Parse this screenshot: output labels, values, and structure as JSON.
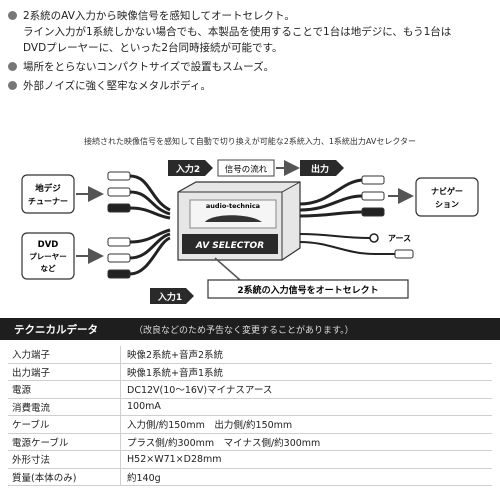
{
  "bullets": [
    {
      "lines": [
        "2系統のAV入力から映像信号を感知してオートセレクト。",
        "ライン入力が1系統しかない場合でも、本製品を使用することで1台は地デジに、もう1台は",
        "DVDプレーヤーに、といった2台同時接続が可能です。"
      ]
    },
    {
      "lines": [
        "場所をとらないコンパクトサイズで設置もスムーズ。"
      ]
    },
    {
      "lines": [
        "外部ノイズに強く堅牢なメタルボディ。"
      ]
    }
  ],
  "diagram": {
    "caption": "接続された映像信号を感知して自動で切り換えが可能な2系統入力、1系統出力AVセレクター",
    "input2": "入力2",
    "signal_flow": "信号の流れ",
    "output": "出力",
    "source1_line1": "地デジ",
    "source1_line2": "チューナー",
    "source2_line1": "DVD",
    "source2_line2": "プレーヤー",
    "source2_line3": "など",
    "navigation_line1": "ナビゲー",
    "navigation_line2": "ション",
    "earth": "アース",
    "input1": "入力1",
    "brand": "audio-technica",
    "product": "AV SELECTOR",
    "auto_select": "2系統の入力信号をオートセレクト",
    "colors": {
      "dark": "#2a2a2a",
      "box": "#d9d9d9",
      "arrow": "#555555"
    }
  },
  "tech": {
    "title": "テクニカルデータ",
    "note": "（改良などのため予告なく変更することがあります。）"
  },
  "specs": [
    {
      "label": "入力端子",
      "value": "映像2系統+音声2系統"
    },
    {
      "label": "出力端子",
      "value": "映像1系統+音声1系統"
    },
    {
      "label": "電源",
      "value": "DC12V(10〜16V)マイナスアース"
    },
    {
      "label": "消費電流",
      "value": "100mA"
    },
    {
      "label": "ケーブル",
      "value": "入力側/約150mm　出力側/約150mm"
    },
    {
      "label": "電源ケーブル",
      "value": "プラス側/約300mm　マイナス側/約300mm"
    },
    {
      "label": "外形寸法",
      "value": "H52×W71×D28mm"
    },
    {
      "label": "質量(本体のみ)",
      "value": "約140g"
    }
  ]
}
